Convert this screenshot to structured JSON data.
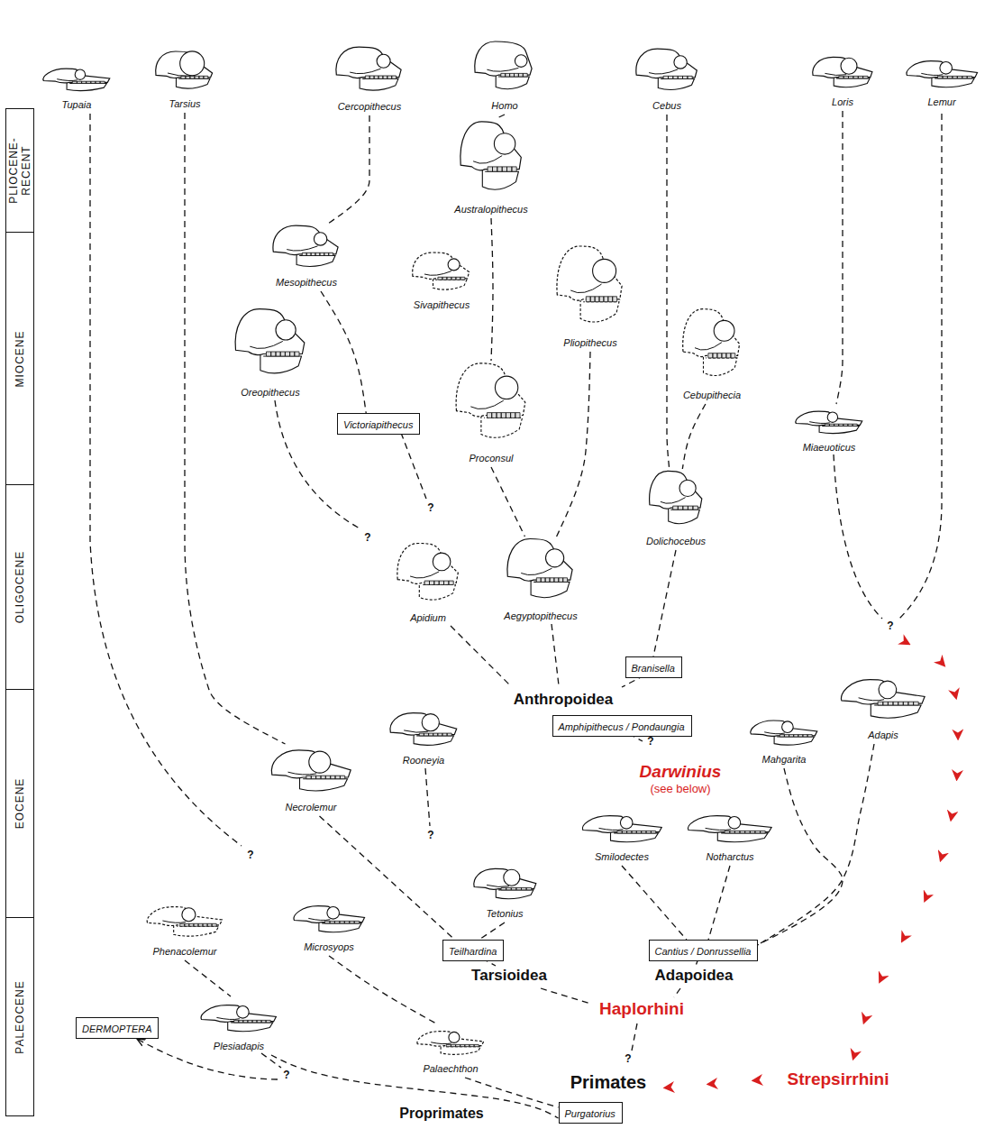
{
  "diagram": {
    "nodes": [
      {
        "text": [
          "PLIOCENE- RECENT"
        ]
      },
      {
        "text": [
          "MIOCENE"
        ]
      },
      {
        "text": [
          "OLIGOCENE"
        ]
      },
      {
        "text": [
          "EOCENE"
        ]
      },
      {
        "text": [
          "PALEOCENE"
        ]
      },
      {
        "text": [
          "Tupaia"
        ]
      },
      {
        "text": [
          "Tarsius"
        ]
      },
      {
        "text": [
          "Cercopithecus"
        ]
      },
      {
        "text": [
          "Homo"
        ]
      },
      {
        "text": [
          "Cebus"
        ]
      },
      {
        "text": [
          "Loris"
        ]
      },
      {
        "text": [
          "Lemur"
        ]
      },
      {
        "text": [
          "Australopithecus"
        ]
      },
      {
        "text": [
          "Mesopithecus"
        ]
      },
      {
        "text": [
          "Sivapithecus"
        ]
      },
      {
        "text": [
          "Pliopithecus"
        ]
      },
      {
        "text": [
          "Oreopithecus"
        ]
      },
      {
        "text": [
          "Cebupithecia"
        ]
      },
      {
        "text": [
          "Victoriapithecus"
        ]
      },
      {
        "text": [
          "Miaeuoticus"
        ]
      },
      {
        "text": [
          "Proconsul"
        ]
      },
      {
        "text": [
          "Dolichocebus"
        ]
      },
      {
        "text": [
          "Apidium"
        ]
      },
      {
        "text": [
          "Aegyptopithecus"
        ]
      },
      {
        "text": [
          "Branisella"
        ]
      },
      {
        "text": [
          "Amphipithecus / Pondaungia"
        ]
      },
      {
        "text": [
          "Adapis"
        ]
      },
      {
        "text": [
          "Mahgarita"
        ]
      },
      {
        "text": [
          "Rooneyia"
        ]
      },
      {
        "text": [
          "Necrolemur"
        ]
      },
      {
        "text": [
          "Smilodectes"
        ]
      },
      {
        "text": [
          "Notharctus"
        ]
      },
      {
        "text": [
          "Tetonius"
        ]
      },
      {
        "text": [
          "Phenacolemur"
        ]
      },
      {
        "text": [
          "Microsyops"
        ]
      },
      {
        "text": [
          "Teilhardina"
        ]
      },
      {
        "text": [
          "Cantius / Donrussellia"
        ]
      },
      {
        "text": [
          "DERMOPTERA"
        ]
      },
      {
        "text": [
          "Plesiadapis"
        ]
      },
      {
        "text": [
          "Palaechthon"
        ]
      },
      {
        "text": [
          "Purgatorius"
        ]
      }
    ],
    "edges": [
      {
        "from": 6,
        "to": 29,
        "arrow": "none"
      },
      {
        "from": 29,
        "to": 35,
        "arrow": "none"
      },
      {
        "from": 7,
        "to": 13,
        "arrow": "none"
      },
      {
        "from": 13,
        "to": 18,
        "arrow": "none"
      },
      {
        "from": 8,
        "to": 12,
        "arrow": "none"
      },
      {
        "from": 12,
        "to": 20,
        "arrow": "none"
      },
      {
        "from": 20,
        "to": 23,
        "arrow": "none"
      },
      {
        "from": 15,
        "to": 23,
        "arrow": "none"
      },
      {
        "from": 9,
        "to": 21,
        "arrow": "none"
      },
      {
        "from": 17,
        "to": 21,
        "arrow": "none"
      },
      {
        "from": 21,
        "to": 24,
        "arrow": "none"
      },
      {
        "from": 10,
        "to": 19,
        "arrow": "none"
      },
      {
        "from": 26,
        "to": 36,
        "arrow": "none"
      },
      {
        "from": 27,
        "to": 36,
        "arrow": "none"
      },
      {
        "from": 30,
        "to": 36,
        "arrow": "none"
      },
      {
        "from": 31,
        "to": 36,
        "arrow": "none"
      },
      {
        "from": 32,
        "to": 35,
        "arrow": "none"
      },
      {
        "from": 34,
        "to": 39,
        "arrow": "none"
      },
      {
        "from": 33,
        "to": 38,
        "arrow": "none"
      },
      {
        "from": 38,
        "to": 40,
        "arrow": "none"
      },
      {
        "from": 39,
        "to": 40,
        "arrow": "none"
      }
    ],
    "labels": [
      "?",
      "?",
      "?",
      "Anthropoidea",
      "?",
      "Darwinius",
      "(see below)",
      "?",
      "?",
      "Tarsioidea",
      "Adapoidea",
      "Haplorhini",
      "?",
      "?",
      "Strepsirrhini",
      "Primates",
      "Proprimates"
    ]
  }
}
